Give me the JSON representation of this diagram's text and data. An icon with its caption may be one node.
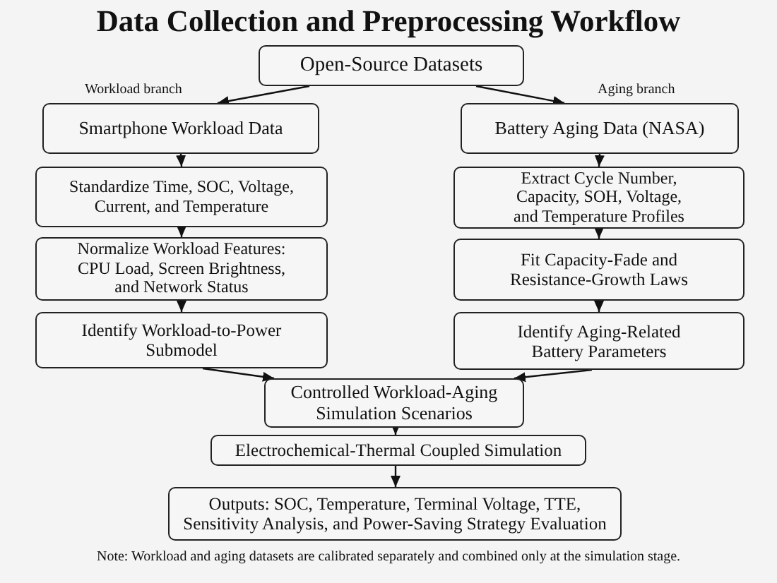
{
  "diagram": {
    "title": "Data Collection and Preprocessing Workflow",
    "nodes": [
      {
        "text": [
          "Open-Source Datasets"
        ]
      },
      {
        "text": [
          "Smartphone Workload Data"
        ]
      },
      {
        "text": [
          "Battery Aging Data (NASA)"
        ]
      },
      {
        "text": [
          "Standardize Time, SOC, Voltage, Current, and Temperature"
        ]
      },
      {
        "text": [
          "Extract Cycle Number, Capacity, SOH, Voltage, and Temperature Profiles"
        ]
      },
      {
        "text": [
          "Normalize Workload Features: CPU Load, Screen Brightness, and Network Status"
        ]
      },
      {
        "text": [
          "Fit Capacity-Fade and Resistance-Growth Laws"
        ]
      },
      {
        "text": [
          "Identify Workload-to-Power Submodel"
        ]
      },
      {
        "text": [
          "Identify Aging-Related Battery Parameters"
        ]
      },
      {
        "text": [
          "Controlled Workload-Aging Simulation Scenarios"
        ]
      },
      {
        "text": [
          "Electrochemical-Thermal Coupled Simulation"
        ]
      },
      {
        "text": [
          "Outputs: SOC, Temperature, Terminal Voltage, TTE, Sensitivity Analysis, and Power-Saving Strategy Evaluation"
        ]
      }
    ],
    "edges": [
      {
        "from": 0,
        "to": 1,
        "arrow": "to"
      },
      {
        "from": 0,
        "to": 2,
        "arrow": "to"
      },
      {
        "from": 1,
        "to": 3,
        "arrow": "to"
      },
      {
        "from": 3,
        "to": 5,
        "arrow": "to"
      },
      {
        "from": 5,
        "to": 7,
        "arrow": "to"
      },
      {
        "from": 2,
        "to": 4,
        "arrow": "to"
      },
      {
        "from": 4,
        "to": 6,
        "arrow": "to"
      },
      {
        "from": 6,
        "to": 8,
        "arrow": "to"
      },
      {
        "from": 7,
        "to": 9,
        "arrow": "to"
      },
      {
        "from": 8,
        "to": 9,
        "arrow": "to"
      },
      {
        "from": 9,
        "to": 10,
        "arrow": "to"
      },
      {
        "from": 10,
        "to": 11,
        "arrow": "to"
      }
    ],
    "labels": [
      "Workload branch",
      "Aging branch",
      "Note: Workload and aging datasets are calibrated separately and combined only at the simulation stage."
    ]
  }
}
